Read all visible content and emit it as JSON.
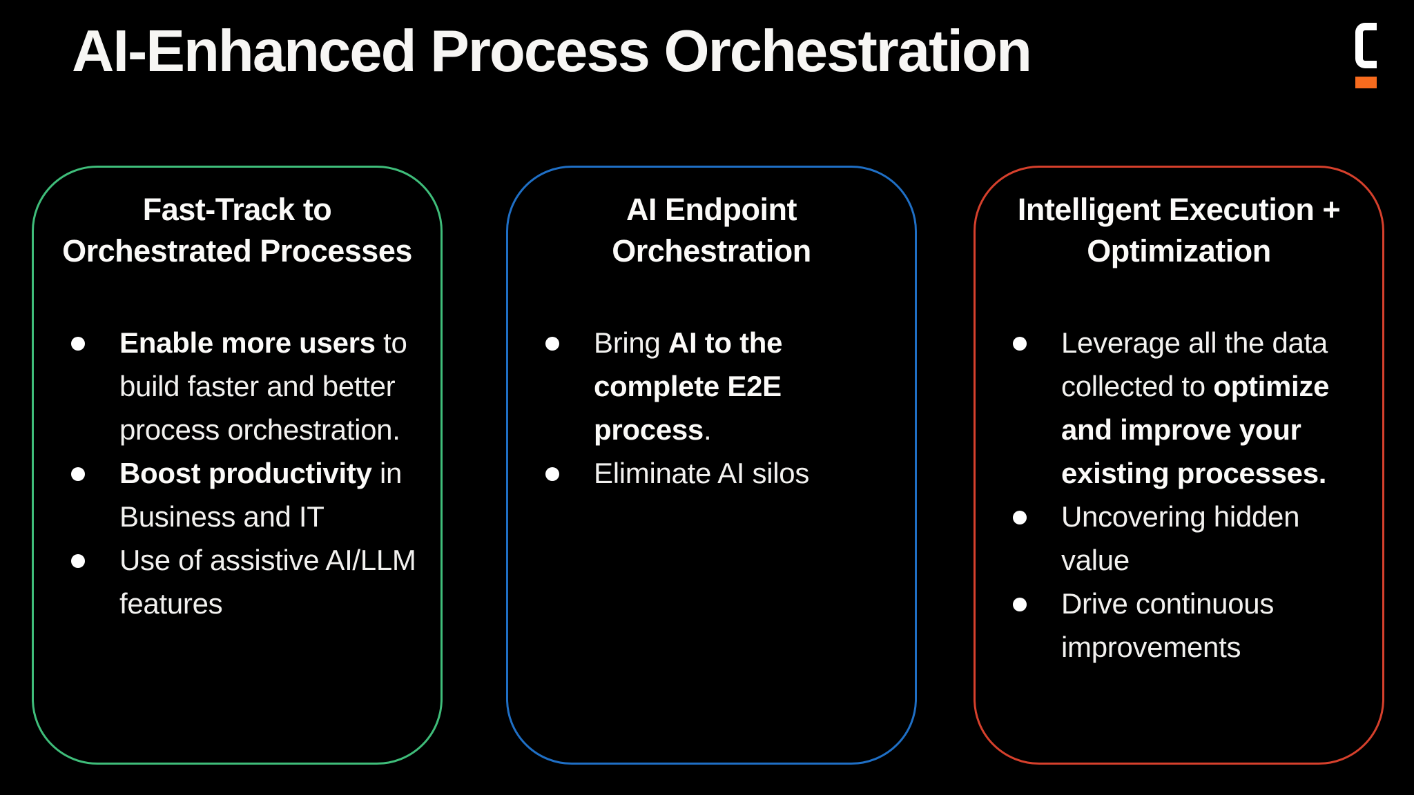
{
  "title": "AI-Enhanced Process Orchestration",
  "logo": {
    "letter": "C",
    "letter_color": "#ffffff",
    "accent_color": "#f76b1e"
  },
  "colors": {
    "background": "#000000",
    "text": "#f2f1ef",
    "card_border_green": "#3fbd7a",
    "card_border_blue": "#1f6fc5",
    "card_border_red": "#d6402c"
  },
  "cards": [
    {
      "id": "fast-track",
      "title": "Fast-Track to Orchestrated Processes",
      "border_color": "#3fbd7a",
      "bullets": [
        {
          "segments": [
            {
              "text": "Enable more users",
              "bold": true
            },
            {
              "text": " to build faster and better process orchestration.",
              "bold": false
            }
          ]
        },
        {
          "segments": [
            {
              "text": "Boost productivity",
              "bold": true
            },
            {
              "text": " in Business and IT",
              "bold": false
            }
          ]
        },
        {
          "segments": [
            {
              "text": "Use of assistive AI/LLM features",
              "bold": false
            }
          ]
        }
      ]
    },
    {
      "id": "ai-endpoint",
      "title": "AI Endpoint Orchestration",
      "border_color": "#1f6fc5",
      "bullets": [
        {
          "segments": [
            {
              "text": "Bring ",
              "bold": false
            },
            {
              "text": "AI to the complete E2E process",
              "bold": true
            },
            {
              "text": ".",
              "bold": false
            }
          ]
        },
        {
          "segments": [
            {
              "text": "Eliminate AI silos",
              "bold": false
            }
          ]
        }
      ]
    },
    {
      "id": "intelligent-execution",
      "title": "Intelligent Execution + Optimization",
      "border_color": "#d6402c",
      "bullets": [
        {
          "segments": [
            {
              "text": "Leverage all the data collected to ",
              "bold": false
            },
            {
              "text": "optimize and improve your existing processes.",
              "bold": true
            }
          ]
        },
        {
          "segments": [
            {
              "text": "Uncovering hidden value",
              "bold": false
            }
          ]
        },
        {
          "segments": [
            {
              "text": "Drive continuous improvements",
              "bold": false
            }
          ]
        }
      ]
    }
  ]
}
